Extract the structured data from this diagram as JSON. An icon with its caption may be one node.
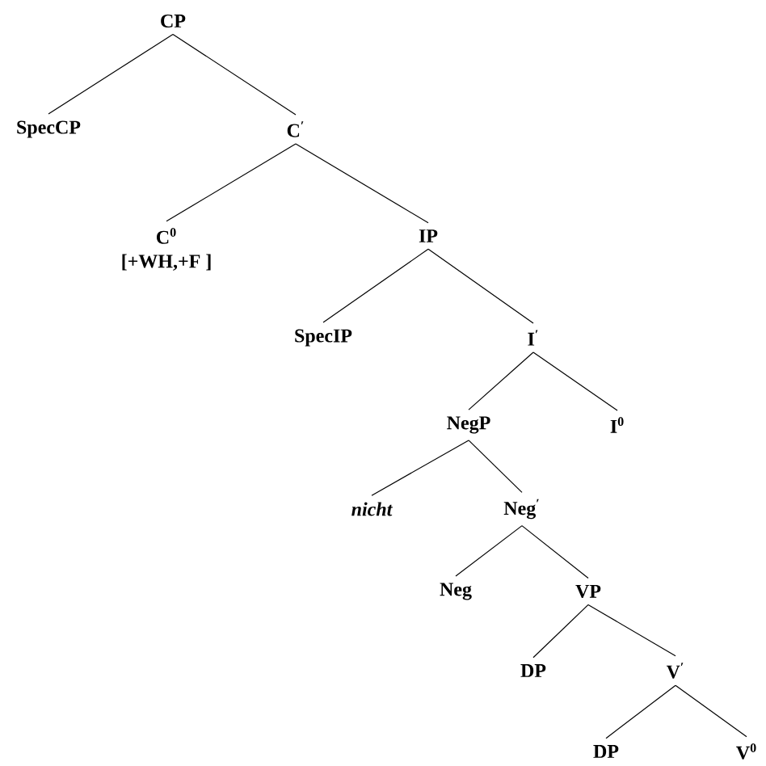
{
  "diagram": {
    "nodes": [
      {
        "text": [
          "CP"
        ]
      },
      {
        "text": [
          "SpecCP"
        ]
      },
      {
        "text": [
          "C$^{′}$"
        ]
      },
      {
        "text": [
          "C$^{0}$"
        ],
        "beside": [
          "[+WH,+F ]"
        ]
      },
      {
        "text": [
          "IP"
        ]
      },
      {
        "text": [
          "SpecIP"
        ]
      },
      {
        "text": [
          "I$^{′}$"
        ]
      },
      {
        "text": [
          "NegP"
        ]
      },
      {
        "text": [
          "I$^{0}$"
        ]
      },
      {
        "text": [
          "nicht"
        ]
      },
      {
        "text": [
          "Neg$^{′}$"
        ]
      },
      {
        "text": [
          "Neg"
        ]
      },
      {
        "text": [
          "VP"
        ]
      },
      {
        "text": [
          "DP"
        ]
      },
      {
        "text": [
          "V$^{′}$"
        ]
      },
      {
        "text": [
          "DP"
        ]
      },
      {
        "text": [
          "V$^{0}$"
        ]
      }
    ],
    "edges": [
      {
        "from": 0,
        "to": 1,
        "arrow": "none"
      },
      {
        "from": 0,
        "to": 2,
        "arrow": "none"
      },
      {
        "from": 2,
        "to": 3,
        "arrow": "none"
      },
      {
        "from": 2,
        "to": 4,
        "arrow": "none"
      },
      {
        "from": 4,
        "to": 5,
        "arrow": "none"
      },
      {
        "from": 4,
        "to": 6,
        "arrow": "none"
      },
      {
        "from": 6,
        "to": 7,
        "arrow": "none"
      },
      {
        "from": 6,
        "to": 8,
        "arrow": "none"
      },
      {
        "from": 7,
        "to": 9,
        "arrow": "none"
      },
      {
        "from": 7,
        "to": 10,
        "arrow": "none"
      },
      {
        "from": 10,
        "to": 11,
        "arrow": "none"
      },
      {
        "from": 10,
        "to": 12,
        "arrow": "none"
      },
      {
        "from": 12,
        "to": 13,
        "arrow": "none"
      },
      {
        "from": 12,
        "to": 14,
        "arrow": "none"
      },
      {
        "from": 14,
        "to": 15,
        "arrow": "none"
      },
      {
        "from": 14,
        "to": 16,
        "arrow": "none"
      }
    ]
  }
}
